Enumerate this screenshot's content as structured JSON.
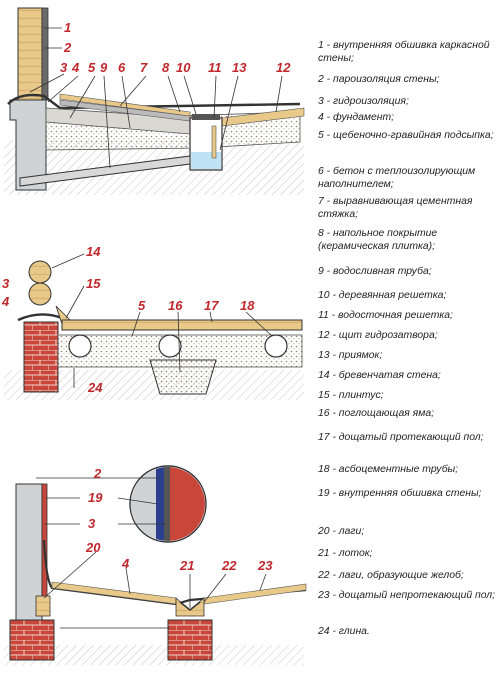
{
  "diagram": {
    "callouts": {
      "top": [
        "1",
        "2",
        "3",
        "4",
        "5",
        "6",
        "7",
        "8",
        "9",
        "10",
        "11",
        "13",
        "12"
      ],
      "middle": [
        "14",
        "15",
        "3",
        "4",
        "5",
        "16",
        "17",
        "18",
        "24"
      ],
      "bottom": [
        "2",
        "19",
        "3",
        "20",
        "4",
        "21",
        "22",
        "23"
      ]
    },
    "legend": [
      "1 - внутренняя обшивка каркасной стены;",
      "2 - пароизоляция стены;",
      "3 - гидроизоляция;",
      "4 - фундамент;",
      "5 - щебеночно-гравийная подсыпка;",
      "6 - бетон с теплоизолирующим наполнителем;",
      "7 - выравнивающая цементная стяжка;",
      "8 - напольное покрытие (керамическая плитка);",
      "9 - водосливная труба;",
      "10 - деревянная решетка;",
      "11 - водосточная решетка;",
      "12 - щит гидрозатвора;",
      "13 - приямок;",
      "14 - бревенчатая стена;",
      "15 - плинтус;",
      "16 - поглощающая яма;",
      "17 - дощатый протекающий пол;",
      "18 - асбоцементные трубы;",
      "19 - внутренняя обшивка стены;",
      "20 - лаги;",
      "21 - лоток;",
      "22 - лаги, образующие желоб;",
      "23 - дощатый непротекающий пол;",
      "24 - глина."
    ],
    "colors": {
      "callout": "#c0282d",
      "brick": "#c8463a",
      "wood": "#e8c98a",
      "gravel": "#e6dfc4",
      "concrete": "#cfd3d6",
      "soil": "#eeeeee",
      "water": "#bfe3f5",
      "line": "#333333"
    }
  }
}
